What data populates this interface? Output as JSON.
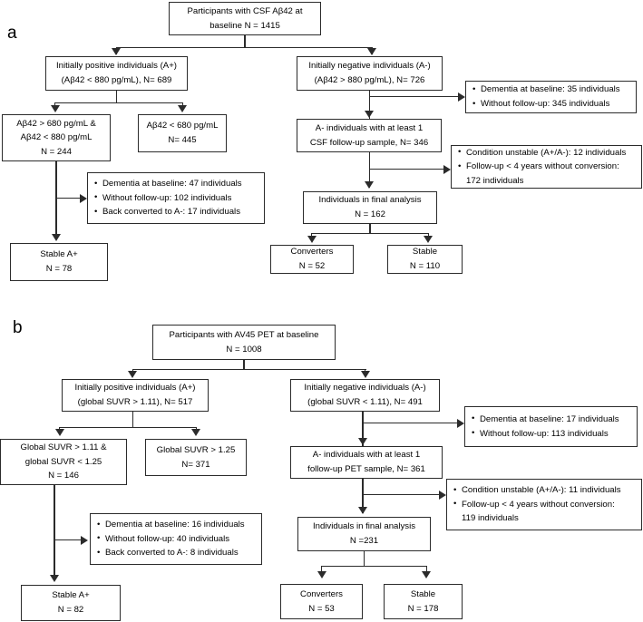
{
  "figure": {
    "title": "Participant selection flow diagrams for CSF Aβ42 and AV45 PET cohorts",
    "panels": [
      {
        "letter": "a",
        "nodes": {
          "root": {
            "lines": [
              "Participants with CSF Aβ42 at",
              "baseline N = 1415"
            ]
          },
          "positive": {
            "lines": [
              "Initially positive individuals (A+)",
              "(Aβ42 < 880 pg/mL), N= 689"
            ]
          },
          "negative": {
            "lines": [
              "Initially negative individuals (A-)",
              "(Aβ42 > 880 pg/mL), N= 726"
            ]
          },
          "intermediate": {
            "lines": [
              "Aβ42 > 680  pg/mL &",
              "Aβ42 < 880  pg/mL",
              "N = 244"
            ]
          },
          "low": {
            "lines": [
              "Aβ42 < 680  pg/mL",
              "N= 445"
            ]
          },
          "excluded_negative": {
            "lines": [
              "Dementia at baseline: 35 individuals",
              "Without follow-up: 345 individuals"
            ]
          },
          "followup": {
            "lines": [
              "A- individuals with at least 1",
              "CSF follow-up sample, N= 346"
            ]
          },
          "excluded_followup": {
            "lines": [
              "Condition unstable (A+/A-): 12 individuals",
              "Follow-up < 4 years without conversion:",
              "172 individuals"
            ]
          },
          "excluded_positive": {
            "lines": [
              "Dementia at baseline: 47 individuals",
              "Without follow-up: 102 individuals",
              "Back converted to A-: 17 individuals"
            ]
          },
          "final": {
            "lines": [
              "Individuals in final analysis",
              "N = 162"
            ]
          },
          "stable_positive": {
            "lines": [
              "Stable A+",
              "N = 78"
            ]
          },
          "converters": {
            "lines": [
              "Converters",
              "N = 52"
            ]
          },
          "stable": {
            "lines": [
              "Stable",
              "N = 110"
            ]
          }
        }
      },
      {
        "letter": "b",
        "nodes": {
          "root": {
            "lines": [
              "Participants with AV45 PET at baseline",
              "N = 1008"
            ]
          },
          "positive": {
            "lines": [
              "Initially positive individuals (A+)",
              "(global SUVR > 1.11), N= 517"
            ]
          },
          "negative": {
            "lines": [
              "Initially negative individuals (A-)",
              "(global SUVR < 1.11), N= 491"
            ]
          },
          "intermediate": {
            "lines": [
              "Global SUVR > 1.11   &",
              "global SUVR < 1.25",
              "N = 146"
            ]
          },
          "low": {
            "lines": [
              "Global SUVR > 1.25",
              "N= 371"
            ]
          },
          "excluded_negative": {
            "lines": [
              "Dementia at baseline: 17 individuals",
              "Without follow-up: 113 individuals"
            ]
          },
          "followup": {
            "lines": [
              "A- individuals with at least 1",
              "follow-up PET sample, N= 361"
            ]
          },
          "excluded_followup": {
            "lines": [
              "Condition unstable (A+/A-): 11 individuals",
              "Follow-up < 4 years without conversion:",
              "119 individuals"
            ]
          },
          "excluded_positive": {
            "lines": [
              "Dementia at baseline: 16 individuals",
              "Without follow-up: 40 individuals",
              "Back converted to A-: 8 individuals"
            ]
          },
          "final": {
            "lines": [
              "Individuals in final analysis",
              "N =231"
            ]
          },
          "stable_positive": {
            "lines": [
              "Stable A+",
              "N = 82"
            ]
          },
          "converters": {
            "lines": [
              "Converters",
              "N = 53"
            ]
          },
          "stable": {
            "lines": [
              "Stable",
              "N = 178"
            ]
          }
        }
      }
    ],
    "colors": {
      "stroke": "#2b2b2b",
      "background": "#ffffff",
      "text": "#000000"
    }
  }
}
